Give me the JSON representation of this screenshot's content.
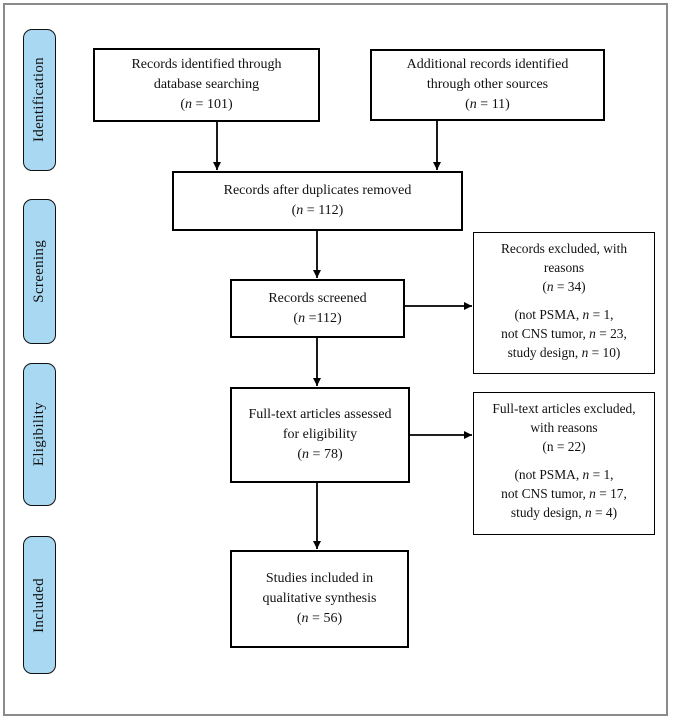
{
  "colors": {
    "background": "#ffffff",
    "frame_border": "#8a8a8a",
    "stage_fill": "#a9d9f2",
    "stage_border": "#111111",
    "box_border": "#000000",
    "arrow": "#000000"
  },
  "sidebar": {
    "items": [
      {
        "label": "Identification"
      },
      {
        "label": "Screening"
      },
      {
        "label": "Eligibility"
      },
      {
        "label": "Included"
      }
    ]
  },
  "boxes": {
    "identified": {
      "lines": [
        "Records identified through",
        "database searching",
        "(*n* = 101)"
      ]
    },
    "additional": {
      "lines": [
        "Additional records identified",
        "through other sources",
        "(*n* = 11)"
      ]
    },
    "duplicates": {
      "lines": [
        "Records after duplicates removed",
        "(*n* = 112)"
      ]
    },
    "screened": {
      "lines": [
        "Records screened",
        "(*n* =112)"
      ]
    },
    "excluded_records": {
      "lines": [
        "Records excluded, with",
        "reasons",
        "(*n* = 34)"
      ],
      "reasons": [
        "(not PSMA, *n* = 1,",
        "not CNS tumor, *n* = 23,",
        "study design, *n* = 10)"
      ]
    },
    "fulltext": {
      "lines": [
        "Full-text articles assessed",
        "for eligibility",
        "(*n* = 78)"
      ]
    },
    "excluded_fulltext": {
      "lines": [
        "Full-text articles excluded,",
        "with reasons",
        "(n = 22)"
      ],
      "reasons": [
        "(not PSMA, *n* = 1,",
        "not CNS tumor, *n* = 17,",
        "study design, *n* = 4)"
      ]
    },
    "included_studies": {
      "lines": [
        "Studies included in",
        "qualitative synthesis",
        "(*n* = 56)"
      ]
    }
  }
}
